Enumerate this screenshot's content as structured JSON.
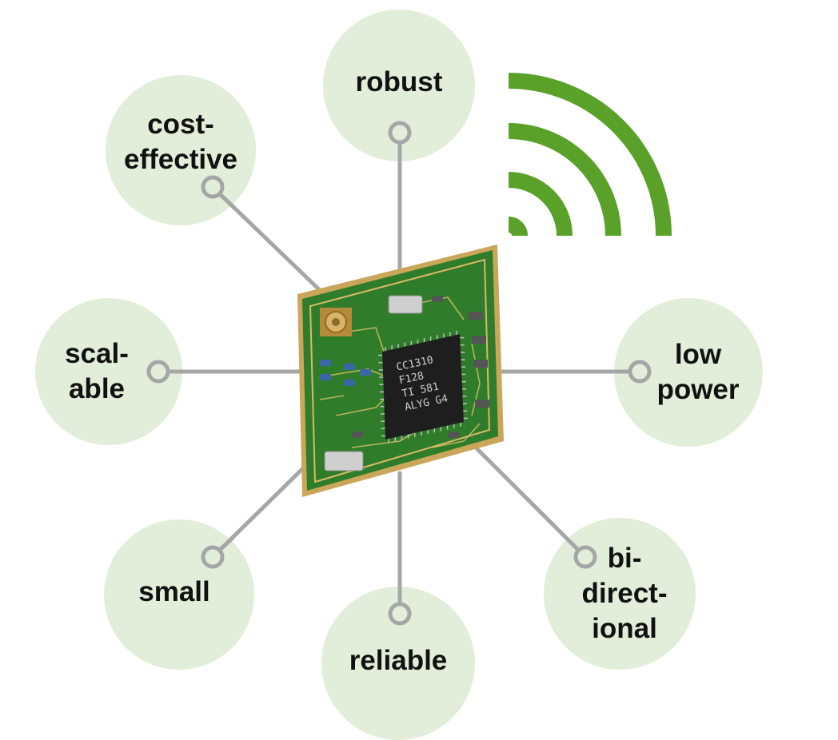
{
  "features": [
    {
      "id": "robust",
      "label": "robust"
    },
    {
      "id": "cost-effective",
      "label": "cost-\neffective"
    },
    {
      "id": "scalable",
      "label": "scal-\nable"
    },
    {
      "id": "small",
      "label": "small"
    },
    {
      "id": "reliable",
      "label": "reliable"
    },
    {
      "id": "bidirectional",
      "label": "bi-\ndirect-\nional"
    },
    {
      "id": "low-power",
      "label": "low\npower"
    }
  ],
  "chip": {
    "marking_lines": [
      "CC1310",
      "F128",
      "TI  581",
      "ALYG  G4"
    ]
  },
  "colors": {
    "bubble": "#e2eed9",
    "connector": "#a6a6a6",
    "signal": "#5aa129",
    "pcb": "#2f7d2a",
    "pcb_edge": "#c9a65a",
    "chip": "#1e1e1e"
  }
}
